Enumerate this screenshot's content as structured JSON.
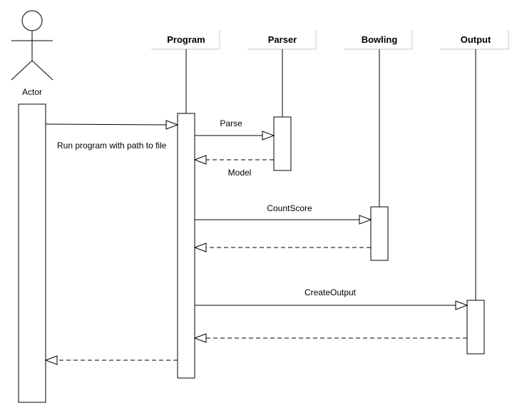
{
  "actor": {
    "label": "Actor"
  },
  "participants": [
    {
      "id": "program",
      "label": "Program"
    },
    {
      "id": "parser",
      "label": "Parser"
    },
    {
      "id": "bowling",
      "label": "Bowling"
    },
    {
      "id": "output",
      "label": "Output"
    }
  ],
  "messages": [
    {
      "id": "run",
      "from": "actor",
      "to": "program",
      "type": "call",
      "label": "Run program with path to file"
    },
    {
      "id": "parse",
      "from": "program",
      "to": "parser",
      "type": "call",
      "label": "Parse"
    },
    {
      "id": "parse-return",
      "from": "parser",
      "to": "program",
      "type": "return",
      "label": "Model"
    },
    {
      "id": "count",
      "from": "program",
      "to": "bowling",
      "type": "call",
      "label": "CountScore"
    },
    {
      "id": "count-return",
      "from": "bowling",
      "to": "program",
      "type": "return",
      "label": ""
    },
    {
      "id": "output",
      "from": "program",
      "to": "output",
      "type": "call",
      "label": "CreateOutput"
    },
    {
      "id": "output-return",
      "from": "output",
      "to": "program",
      "type": "return",
      "label": ""
    },
    {
      "id": "run-return",
      "from": "program",
      "to": "actor",
      "type": "return",
      "label": ""
    }
  ]
}
